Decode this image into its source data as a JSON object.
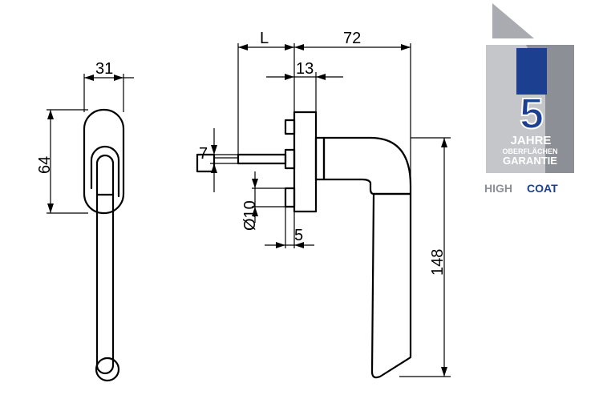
{
  "dimensions": {
    "width_front": "31",
    "height_front": "64",
    "length_L": "L",
    "projection": "72",
    "rose_depth": "13",
    "spindle": "7",
    "diameter": "Ø10",
    "offset": "5",
    "total_length": "148"
  },
  "badge": {
    "number": "5",
    "line1": "JAHRE",
    "line2": "OBERFLÄCHEN",
    "line3": "GARANTIE",
    "brand_part1": "HIGH",
    "brand_part2": "COAT",
    "colors": {
      "gray_dark": "#8c8f96",
      "gray_light": "#c4c6ca",
      "blue": "#1c3f8f"
    }
  }
}
